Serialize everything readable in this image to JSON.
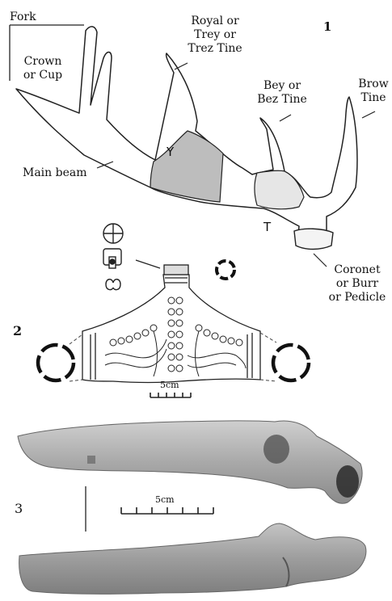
{
  "figure1": {
    "number": "1",
    "labels": {
      "fork": "Fork",
      "crown_line1": "Crown",
      "crown_line2": "or Cup",
      "royal_line1": "Royal or",
      "royal_line2": "Trey or",
      "royal_line3": "Trez Tine",
      "bey_line1": "Bey or",
      "bey_line2": "Bez Tine",
      "brow_line1": "Brow",
      "brow_line2": "Tine",
      "main_beam": "Main beam",
      "y_mark": "Y",
      "t_mark": "T",
      "coronet_line1": "Coronet",
      "coronet_line2": "or Burr",
      "coronet_line3": "or Pedicle"
    }
  },
  "figure2": {
    "number": "2",
    "scale": "5cm"
  },
  "figure3": {
    "number": "3",
    "scale": "5cm"
  }
}
